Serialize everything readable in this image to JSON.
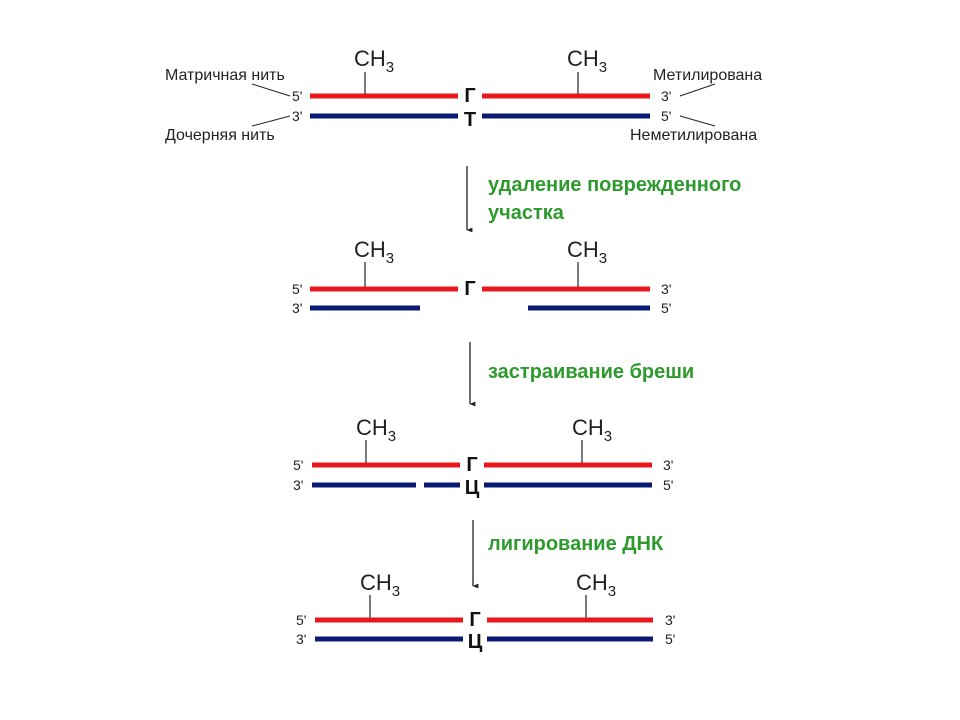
{
  "colors": {
    "matrix_strand": "#e8171c",
    "daughter_strand": "#0a1a73",
    "step_text": "#2e9a2e",
    "line": "#222222"
  },
  "labels": {
    "matrix_strand": "Матричная нить",
    "daughter_strand": "Дочерняя нить",
    "methylated": "Метилирована",
    "unmethylated": "Неметилирована"
  },
  "ends": {
    "five": "5'",
    "three": "3'"
  },
  "methyl": {
    "main": "CH",
    "sub": "3"
  },
  "steps": [
    {
      "line1": "удаление поврежденного",
      "line2": "участка"
    },
    {
      "line1": "застраивание бреши"
    },
    {
      "line1": "лигирование ДНК"
    }
  ],
  "rows": [
    {
      "top_base": "Г",
      "bottom_base": "Т",
      "bottom_state": "mismatch"
    },
    {
      "top_base": "Г",
      "bottom_base": "",
      "bottom_state": "gap"
    },
    {
      "top_base": "Г",
      "bottom_base": "Ц",
      "bottom_state": "nick"
    },
    {
      "top_base": "Г",
      "bottom_base": "Ц",
      "bottom_state": "ligated"
    }
  ]
}
